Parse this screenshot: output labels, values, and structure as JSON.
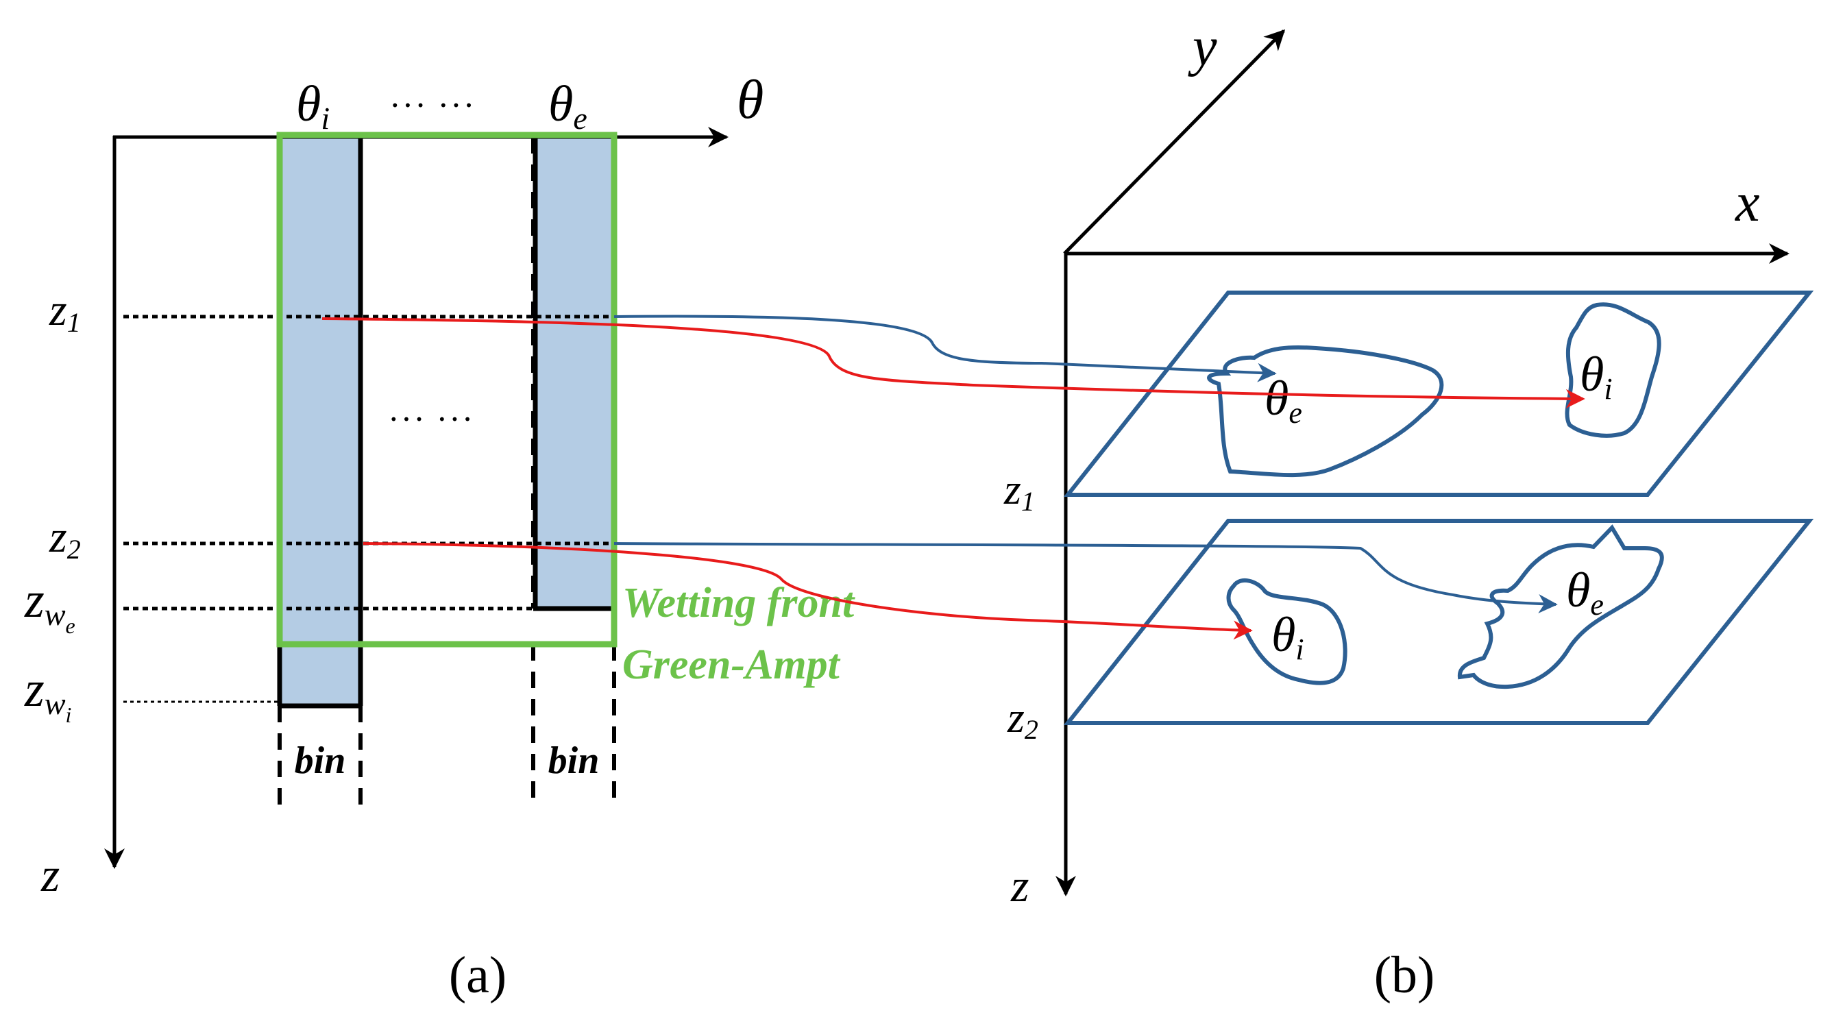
{
  "colors": {
    "axis": "#000000",
    "bin_fill": "#b4cce4",
    "green": "#6cc24a",
    "blue": "#2c5f93",
    "red": "#e81b1b"
  },
  "panel_a": {
    "theta_axis_label": "θ",
    "z_axis_label": "z",
    "theta_i": {
      "base": "θ",
      "sub": "i"
    },
    "theta_e": {
      "base": "θ",
      "sub": "e"
    },
    "top_ellipsis": "··· ···",
    "mid_ellipsis": "··· ···",
    "z1": {
      "base": "z",
      "sub": "1"
    },
    "z2": {
      "base": "z",
      "sub": "2"
    },
    "zwe": {
      "base": "z",
      "sub": "w",
      "subsub": "e"
    },
    "zwi": {
      "base": "z",
      "sub": "w",
      "subsub": "i"
    },
    "bin_label": "bin",
    "wetting_front": "Wetting front",
    "green_ampt": "Green-Ampt",
    "caption": "(a)"
  },
  "panel_b": {
    "x_axis_label": "x",
    "y_axis_label": "y",
    "z_axis_label": "z",
    "z1": {
      "base": "z",
      "sub": "1"
    },
    "z2": {
      "base": "z",
      "sub": "2"
    },
    "theta_e_top": {
      "base": "θ",
      "sub": "e"
    },
    "theta_i_top": {
      "base": "θ",
      "sub": "i"
    },
    "theta_i_bottom": {
      "base": "θ",
      "sub": "i"
    },
    "theta_e_bottom": {
      "base": "θ",
      "sub": "e"
    },
    "caption": "(b)"
  }
}
